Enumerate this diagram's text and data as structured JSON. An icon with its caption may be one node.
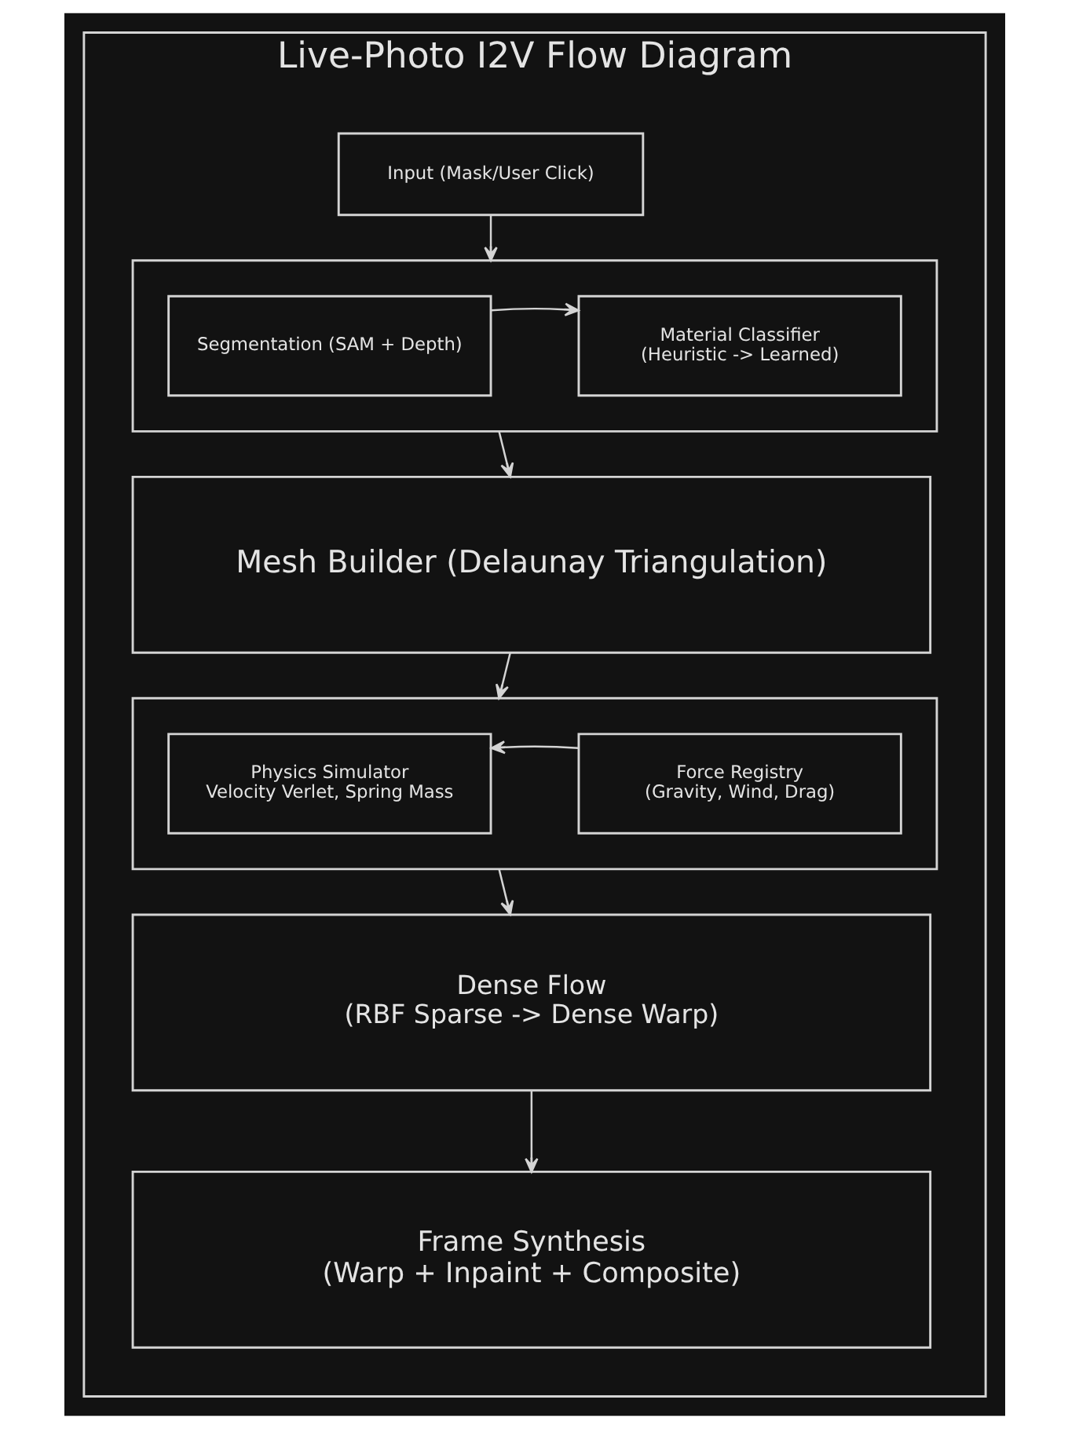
{
  "diagram": {
    "nodes": [
      {
        "text": [
          "Live-Photo I2V Flow Diagram"
        ]
      },
      {
        "text": [
          "Input (Mask/User Click)"
        ],
        "in": 0
      },
      {
        "text": [],
        "shape": "box",
        "in": 0
      },
      {
        "text": [
          "Segmentation (SAM + Depth)"
        ],
        "in": 2
      },
      {
        "text": [
          "Material Classifier",
          "(Heuristic -> Learned)"
        ],
        "in": 2
      },
      {
        "text": [
          "Mesh Builder (Delaunay Triangulation)"
        ],
        "in": 0
      },
      {
        "text": [],
        "shape": "box",
        "in": 0
      },
      {
        "text": [
          "Physics Simulator",
          "Velocity Verlet, Spring Mass"
        ],
        "in": 6
      },
      {
        "text": [
          "Force Registry",
          "(Gravity, Wind, Drag)"
        ],
        "in": 6
      },
      {
        "text": [
          "Dense Flow",
          "(RBF Sparse -> Dense Warp)"
        ],
        "in": 0
      },
      {
        "text": [
          "Frame Synthesis",
          "(Warp + Inpaint + Composite)"
        ],
        "in": 0
      }
    ],
    "edges": [
      {
        "from": 1,
        "to": 2,
        "arrow": "to"
      },
      {
        "from": 3,
        "to": 4,
        "arrow": "to"
      },
      {
        "from": 2,
        "to": 5,
        "arrow": "to"
      },
      {
        "from": 5,
        "to": 6,
        "arrow": "to"
      },
      {
        "from": 8,
        "to": 7,
        "arrow": "to"
      },
      {
        "from": 6,
        "to": 9,
        "arrow": "to"
      },
      {
        "from": 9,
        "to": 10,
        "arrow": "to"
      }
    ]
  }
}
